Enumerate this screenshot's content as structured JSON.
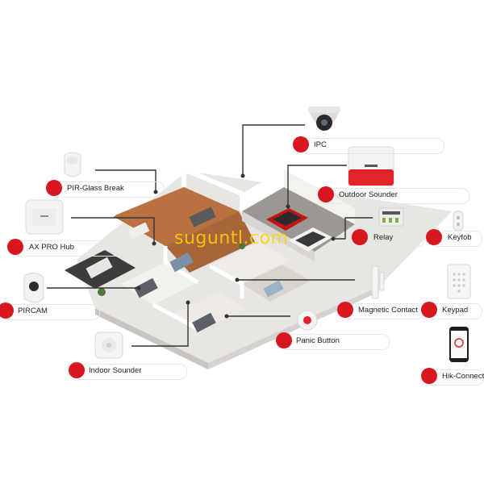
{
  "labels": {
    "ipc": "IPC",
    "outdoor_sounder": "Outdoor Sounder",
    "pir_glass_break": "PIR-Glass Break",
    "ax_pro_hub": "AX PRO Hub",
    "relay": "Relay",
    "keyfob": "Keyfob",
    "pircam": "PIRCAM",
    "magnetic_contact": "Magnetic Contact",
    "keypad": "Keypad",
    "panic_button": "Panic Button",
    "indoor_sounder": "Indoor Sounder",
    "hik_connect": "Hik-Connect"
  },
  "watermark": "suguntl.com",
  "colors": {
    "accent": "#d8161f",
    "line": "#333333",
    "floor": "#b9713f"
  }
}
